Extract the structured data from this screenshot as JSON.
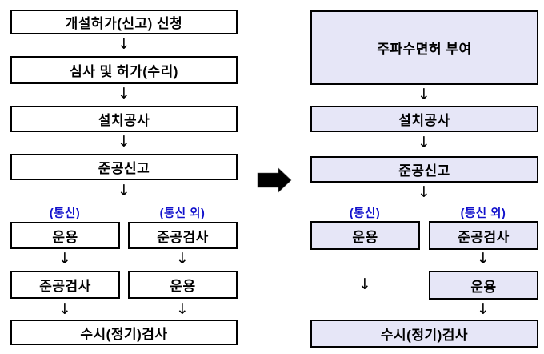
{
  "glyphs": {
    "down_arrow": "↓"
  },
  "colors": {
    "page_bg": "#ffffff",
    "box_border": "#000000",
    "left_box_fill": "#ffffff",
    "right_box_fill": "#e6e6f7",
    "branch_label_blue": "#1111cc",
    "arrow_black": "#000000"
  },
  "left_flow": {
    "step_apply": "개설허가(신고) 신청",
    "step_review": "심사 및 허가(수리)",
    "step_construction": "설치공사",
    "step_completion_report": "준공신고",
    "branch_comm_label": "(통신)",
    "branch_noncomm_label": "(통신 외)",
    "comm_step_1": "운용",
    "comm_step_2": "준공검사",
    "noncomm_step_1": "준공검사",
    "noncomm_step_2": "운용",
    "step_final": "수시(정기)검사"
  },
  "right_flow": {
    "step_license": "주파수면허 부여",
    "step_construction": "설치공사",
    "step_completion_report": "준공신고",
    "branch_comm_label": "(통신)",
    "branch_noncomm_label": "(통신 외)",
    "comm_step_1": "운용",
    "noncomm_step_1": "준공검사",
    "noncomm_step_2": "운용",
    "step_final": "수시(정기)검사"
  }
}
